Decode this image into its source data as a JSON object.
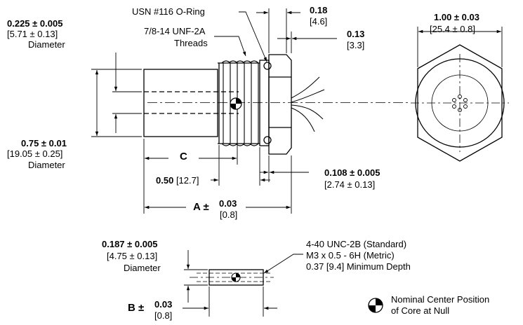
{
  "body_dims": {
    "bore_diameter": {
      "value": "0.225 ± 0.005",
      "metric": "[5.71 ± 0.13]",
      "label": "Diameter"
    },
    "body_diameter": {
      "value": "0.75 ± 0.01",
      "metric": "[19.05 ± 0.25]",
      "label": "Diameter"
    },
    "oring_label": "USN #116 O-Ring",
    "thread_label_line1": "7/8-14 UNF-2A",
    "thread_label_line2": "Threads",
    "dim_018": {
      "value": "0.18",
      "metric": "[4.6]"
    },
    "dim_013": {
      "value": "0.13",
      "metric": "[3.3]"
    },
    "dim_c": "C",
    "dim_050": {
      "value": "0.50",
      "metric": "[12.7]"
    },
    "dim_0108": {
      "value": "0.108 ± 0.005",
      "metric": "[2.74 ± 0.13]"
    },
    "dim_a": {
      "prefix": "A ±",
      "value": "0.03",
      "metric": "[0.8]"
    }
  },
  "hex_view": {
    "width": {
      "value": "1.00 ± 0.03",
      "metric": "[25.4 ± 0.8]"
    }
  },
  "core": {
    "diameter": {
      "value": "0.187 ± 0.005",
      "metric": "[4.75 ± 0.13]",
      "label": "Diameter"
    },
    "thread_line1": "4-40 UNC-2B (Standard)",
    "thread_line2": "M3 x 0.5 - 6H (Metric)",
    "thread_line3": "0.37 [9.4]  Minimum Depth",
    "dim_b": {
      "prefix": "B ±",
      "value": "0.03",
      "metric": "[0.8]"
    }
  },
  "legend": {
    "line1": "Nominal Center Position",
    "line2": "of Core at Null"
  }
}
